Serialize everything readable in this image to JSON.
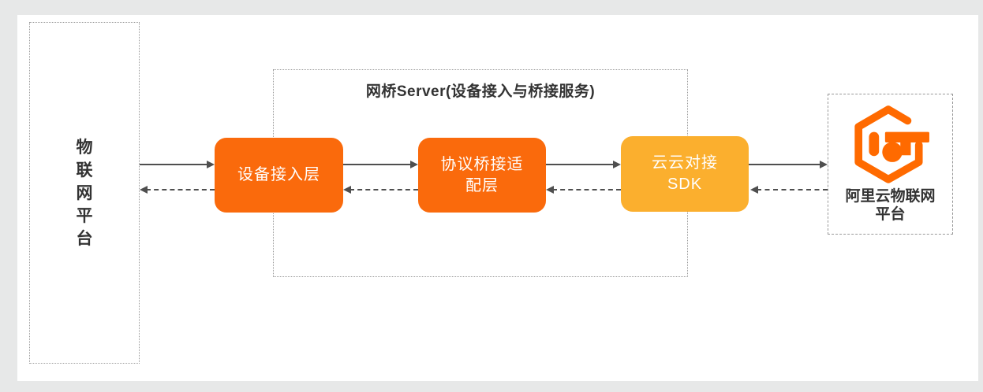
{
  "diagram": {
    "left_platform": {
      "label": "物联网平台",
      "chars": [
        "物",
        "联",
        "网",
        "平",
        "台"
      ]
    },
    "bridge_server": {
      "title": "网桥Server(设备接入与桥接服务)"
    },
    "nodes": {
      "device_access": {
        "line1": "设备接入层"
      },
      "protocol_bridge": {
        "line1": "协议桥接适",
        "line2": "配层"
      },
      "cloud_sdk": {
        "line1": "云云对接",
        "line2": "SDK"
      }
    },
    "aliyun": {
      "line1": "阿里云物联网",
      "line2": "平台",
      "logo": "aliyun-iot-hexagon-logo"
    },
    "colors": {
      "node_orange": "#FA6A0C",
      "node_amber": "#FBAF2E",
      "logo_orange": "#FF6A00",
      "arrow_gray": "#4F4F4F",
      "border_gray": "#999999",
      "text_dark": "#333333"
    }
  }
}
